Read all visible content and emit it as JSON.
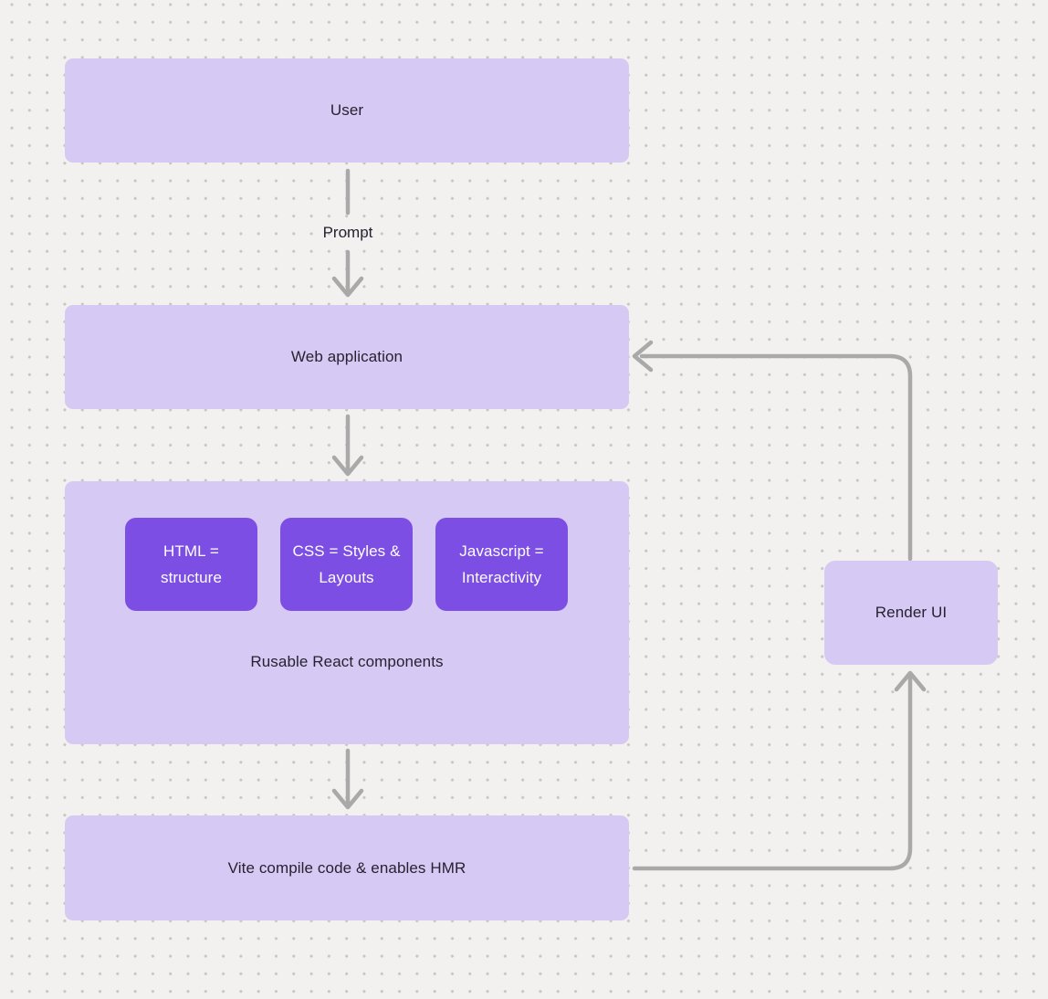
{
  "diagram": {
    "nodes": {
      "user": {
        "label": "User"
      },
      "web_application": {
        "label": "Web application"
      },
      "components_group": {
        "label": "Rusable React components"
      },
      "html": {
        "label": "HTML = structure"
      },
      "css": {
        "label": "CSS = Styles & Layouts"
      },
      "javascript": {
        "label": "Javascript = Interactivity"
      },
      "vite": {
        "label": "Vite compile code & enables HMR"
      },
      "render_ui": {
        "label": "Render UI"
      }
    },
    "edge_labels": {
      "prompt": "Prompt"
    },
    "colors": {
      "canvas_background": "#f2f1ef",
      "dot_grid": "#c8c5c3",
      "node_fill_light": "#d6c9f4",
      "node_fill_accent": "#7d4ee3",
      "text_dark": "#262230",
      "text_light": "#ffffff",
      "connector": "#a9a9a9"
    }
  }
}
